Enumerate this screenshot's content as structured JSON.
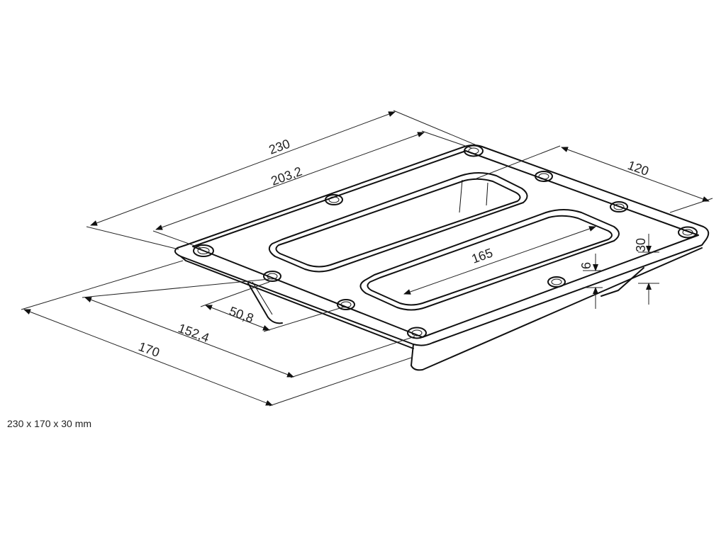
{
  "dimensions": {
    "length": "230",
    "hole_spacing_length": "203,2",
    "depth": "120",
    "slot_length": "165",
    "height": "30",
    "thickness": "6",
    "slot_spacing": "50,8",
    "hole_spacing_width": "152,4",
    "width": "170"
  },
  "caption": "230 x 170 x 30 mm",
  "colors": {
    "line": "#111111",
    "text": "#222222",
    "background": "#ffffff"
  }
}
